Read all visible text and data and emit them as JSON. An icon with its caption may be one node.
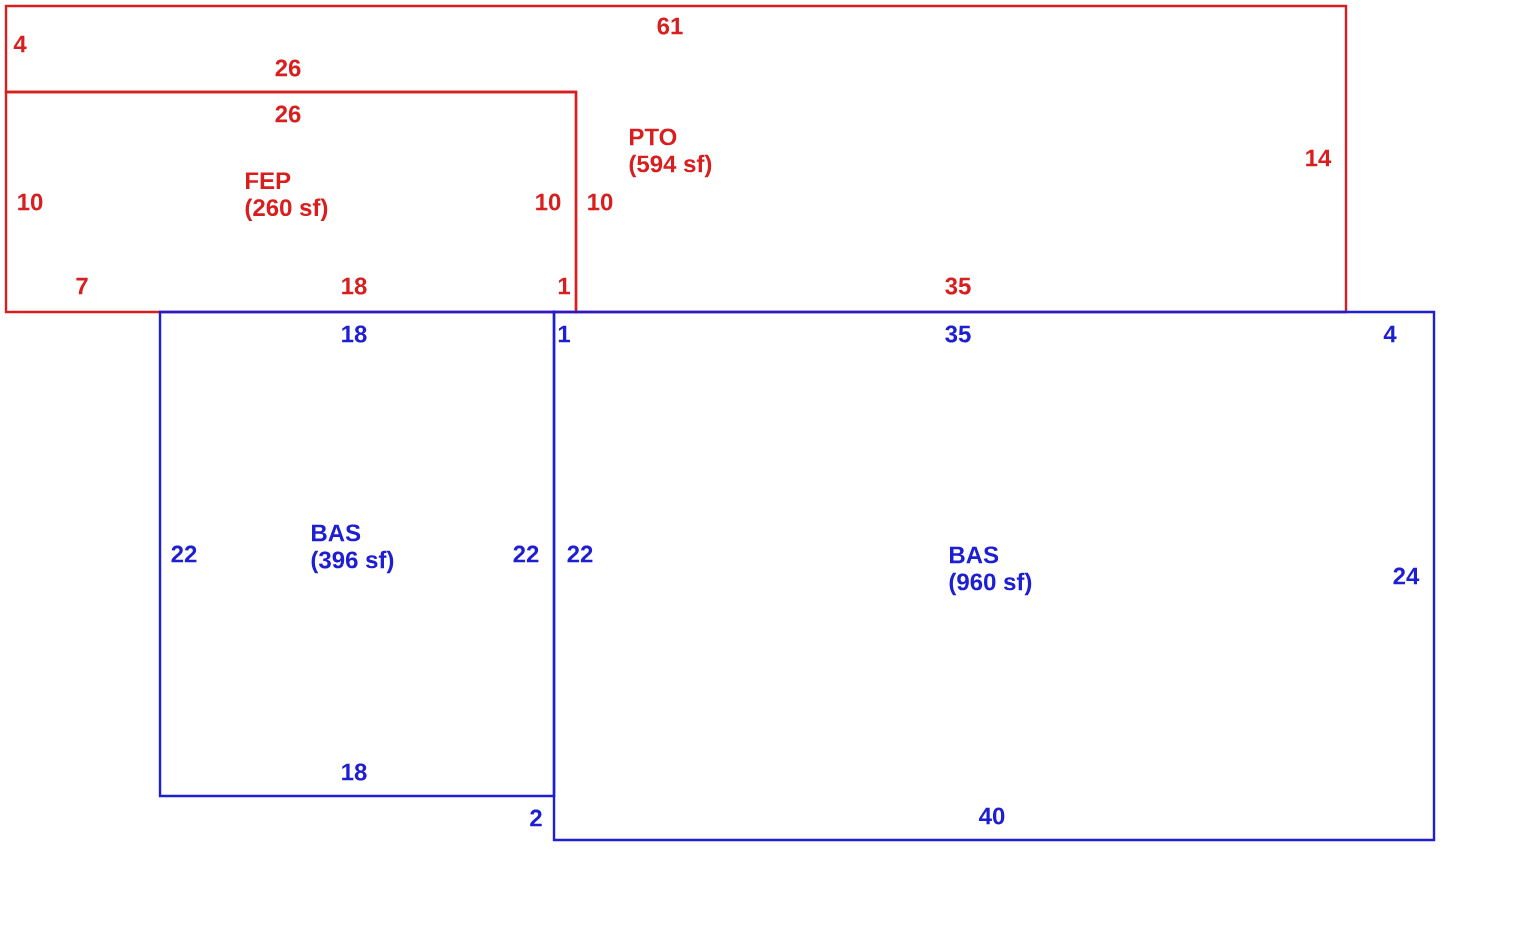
{
  "diagram": {
    "nodes": [
      {
        "text": [
          "PTO",
          "(594 sf)"
        ]
      },
      {
        "text": [
          "FEP",
          "(260 sf)"
        ]
      },
      {
        "text": [
          "BAS",
          "(396 sf)"
        ]
      },
      {
        "text": [
          "BAS",
          "(960 sf)"
        ]
      }
    ],
    "labels": [
      "61",
      "4",
      "26",
      "26",
      "14",
      "10",
      "10",
      "10",
      "7",
      "18",
      "1",
      "35",
      "18",
      "1",
      "35",
      "4",
      "22",
      "22",
      "22",
      "24",
      "18",
      "2",
      "40"
    ]
  }
}
